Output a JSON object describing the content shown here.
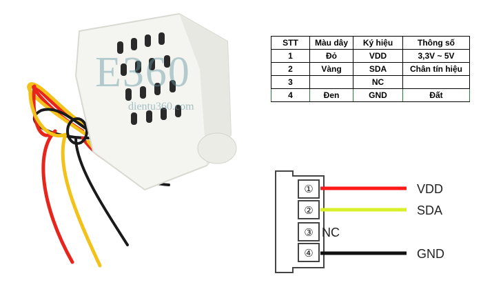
{
  "watermark": {
    "main": "E360",
    "sub": "dientu360.com"
  },
  "table": {
    "headers": [
      "STT",
      "Màu dây",
      "Ký hiệu",
      "Thông số"
    ],
    "rows": [
      [
        "1",
        "Đỏ",
        "VDD",
        "3,3V ~ 5V"
      ],
      [
        "2",
        "Vàng",
        "SDA",
        "Chân tín hiệu"
      ],
      [
        "3",
        "",
        "NC",
        ""
      ],
      [
        "4",
        "Đen",
        "GND",
        "Đất"
      ]
    ]
  },
  "pinout": {
    "pins": [
      {
        "number": "①",
        "label": "VDD",
        "wire_color": "#ff1a1a"
      },
      {
        "number": "②",
        "label": "SDA",
        "wire_color": "#d8f02a"
      },
      {
        "number": "③",
        "label": "NC",
        "wire_color": ""
      },
      {
        "number": "④",
        "label": "GND",
        "wire_color": "#111111"
      }
    ]
  },
  "colors": {
    "sensor_body": "#f4f4f0",
    "wire_red": "#e8251c",
    "wire_yellow": "#f2c21a",
    "wire_black": "#1a1a1a"
  }
}
